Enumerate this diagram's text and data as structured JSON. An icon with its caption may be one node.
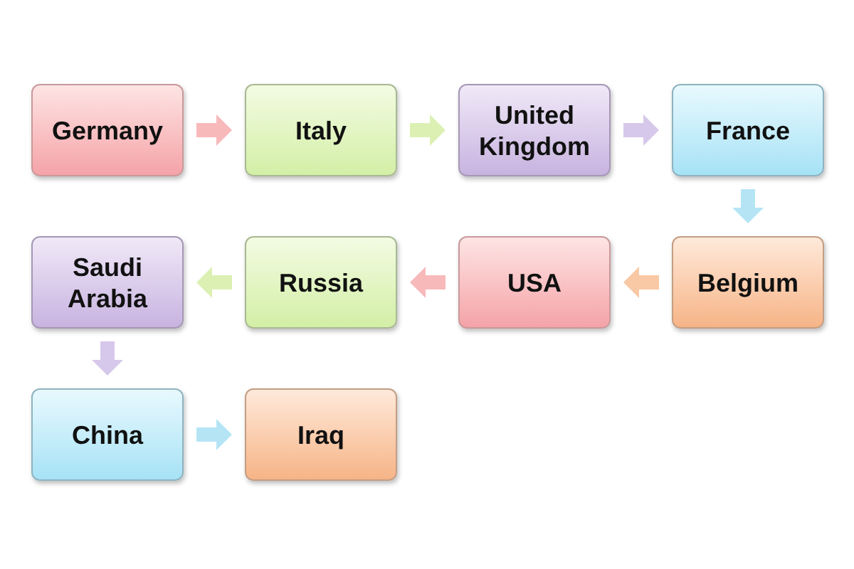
{
  "diagram": {
    "nodes": [
      {
        "text": [
          "Germany"
        ]
      },
      {
        "text": [
          "Italy"
        ]
      },
      {
        "text": [
          "United Kingdom"
        ]
      },
      {
        "text": [
          "France"
        ]
      },
      {
        "text": [
          "Belgium"
        ]
      },
      {
        "text": [
          "USA"
        ]
      },
      {
        "text": [
          "Russia"
        ]
      },
      {
        "text": [
          "Saudi Arabia"
        ]
      },
      {
        "text": [
          "China"
        ]
      },
      {
        "text": [
          "Iraq"
        ]
      }
    ],
    "edges": [
      {
        "from": 0,
        "to": 1,
        "arrow": "to",
        "color": "#f8b9bb"
      },
      {
        "from": 1,
        "to": 2,
        "arrow": "to",
        "color": "#dcf0b4"
      },
      {
        "from": 2,
        "to": 3,
        "arrow": "to",
        "color": "#d6c8ea"
      },
      {
        "from": 3,
        "to": 4,
        "arrow": "to",
        "color": "#b5e5f5"
      },
      {
        "from": 4,
        "to": 5,
        "arrow": "to",
        "color": "#f9c8a4"
      },
      {
        "from": 5,
        "to": 6,
        "arrow": "to",
        "color": "#f8b9bb"
      },
      {
        "from": 6,
        "to": 7,
        "arrow": "to",
        "color": "#dcf0b4"
      },
      {
        "from": 7,
        "to": 8,
        "arrow": "to",
        "color": "#d6c8ea"
      },
      {
        "from": 8,
        "to": 9,
        "arrow": "to",
        "color": "#b5e5f5"
      }
    ]
  }
}
